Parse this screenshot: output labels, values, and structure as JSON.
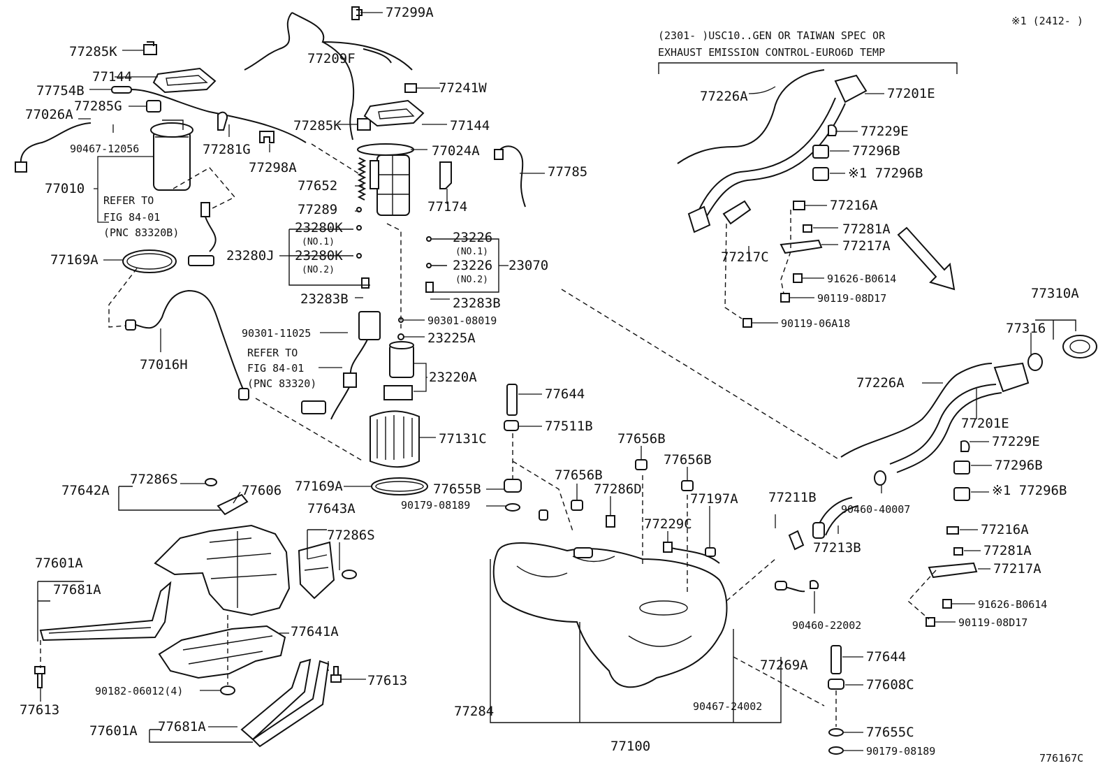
{
  "header": {
    "corner_note": "※1 (2412-   )",
    "spec_line1": "(2301-   )USC10..GEN OR TAIWAN SPEC OR",
    "spec_line2": "EXHAUST EMISSION CONTROL-EURO6D TEMP"
  },
  "figure_code": "776167C",
  "refs": {
    "ref1_line1": "REFER TO",
    "ref1_line2": "FIG 84-01",
    "ref1_line3": "(PNC 83320B)",
    "ref2_line1": "REFER TO",
    "ref2_line2": "FIG 84-01",
    "ref2_line3": "(PNC 83320)"
  },
  "labels": {
    "p77299A": "77299A",
    "p77285K_a": "77285K",
    "p77209F": "77209F",
    "p77144_a": "77144",
    "p77754B": "77754B",
    "p77285G": "77285G",
    "p77026A": "77026A",
    "p90467_12056": "90467-12056",
    "p77281G": "77281G",
    "p77298A": "77298A",
    "p77010": "77010",
    "p77241W": "77241W",
    "p77285K_b": "77285K",
    "p77144_b": "77144",
    "p77024A": "77024A",
    "p77785": "77785",
    "p77652": "77652",
    "p77174": "77174",
    "p77289": "77289",
    "p23280K_1": "23280K",
    "p23280K_1n": "(NO.1)",
    "p23280J": "23280J",
    "p23280K_2": "23280K",
    "p23280K_2n": "(NO.2)",
    "p23226_1": "23226",
    "p23226_1n": "(NO.1)",
    "p23070": "23070",
    "p23226_2": "23226",
    "p23226_2n": "(NO.2)",
    "p23283B_a": "23283B",
    "p23283B_b": "23283B",
    "p77169A_a": "77169A",
    "p90301_11025": "90301-11025",
    "p90301_08019": "90301-08019",
    "p23225A": "23225A",
    "p77016H": "77016H",
    "p23220A": "23220A",
    "p77644_a": "77644",
    "p77511B": "77511B",
    "p77131C": "77131C",
    "p77169A_b": "77169A",
    "p77655B": "77655B",
    "p90179_08189_a": "90179-08189",
    "p77642A": "77642A",
    "p77286S_a": "77286S",
    "p77606": "77606",
    "p77643A": "77643A",
    "p77286S_b": "77286S",
    "p77601A_a": "77601A",
    "p77681A_a": "77681A",
    "p77641A": "77641A",
    "p90182_06012": "90182-06012(4)",
    "p77613_a": "77613",
    "p77613_b": "77613",
    "p77601A_b": "77601A",
    "p77681A_b": "77681A",
    "p77656B_a": "77656B",
    "p77656B_b": "77656B",
    "p77656B_c": "77656B",
    "p77286D": "77286D",
    "p77197A": "77197A",
    "p77229C": "77229C",
    "p77284": "77284",
    "p77100": "77100",
    "p90467_24002": "90467-24002",
    "p77269A": "77269A",
    "p90460_22002": "90460-22002",
    "p77644_b": "77644",
    "p77608C": "77608C",
    "p77655C": "77655C",
    "p90179_08189_b": "90179-08189",
    "p77211B": "77211B",
    "p77213B": "77213B",
    "p90460_40007": "90460-40007",
    "p77226A_a": "77226A",
    "p77201E_a": "77201E",
    "p77229E_a": "77229E",
    "p77296B_a": "77296B",
    "p77296B_b": "※1 77296B",
    "p77216A_a": "77216A",
    "p77281A_a": "77281A",
    "p77217A_a": "77217A",
    "p77217C": "77217C",
    "p91626_B0614_a": "91626-B0614",
    "p90119_08D17_a": "90119-08D17",
    "p90119_06A18": "90119-06A18",
    "p77310A": "77310A",
    "p77316": "77316",
    "p77226A_b": "77226A",
    "p77201E_b": "77201E",
    "p77229E_b": "77229E",
    "p77296B_c": "77296B",
    "p77296B_d": "※1 77296B",
    "p77216A_b": "77216A",
    "p77281A_b": "77281A",
    "p77217A_b": "77217A",
    "p91626_B0614_b": "91626-B0614",
    "p90119_08D17_b": "90119-08D17"
  }
}
